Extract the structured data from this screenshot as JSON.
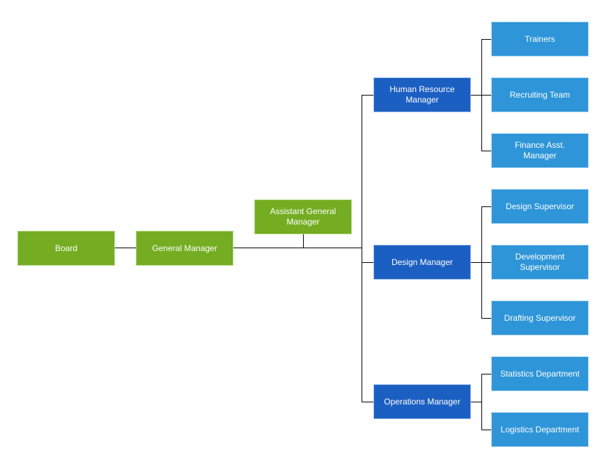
{
  "diagram": {
    "type": "org-chart",
    "background": "#ffffff",
    "colors": {
      "executive_fill": "#74ad21",
      "manager_fill": "#1c5fc2",
      "team_fill": "#2e95d8",
      "connector": "#000000",
      "text": "#ffffff"
    },
    "nodes": {
      "board": "Board",
      "general_manager": "General Manager",
      "assistant_general_manager": "Assistant General\nManager",
      "hr_manager": "Human Resource\nManager",
      "trainers": "Trainers",
      "recruiting_team": "Recruiting Team",
      "finance_asst_manager": "Finance Asst.\nManager",
      "design_manager": "Design Manager",
      "design_supervisor": "Design Supervisor",
      "development_supervisor": "Development\nSupervisor",
      "drafting_supervisor": "Drafting Supervisor",
      "operations_manager": "Operations Manager",
      "statistics_department": "Statistics Department",
      "logistics_department": "Logistics Department"
    }
  }
}
